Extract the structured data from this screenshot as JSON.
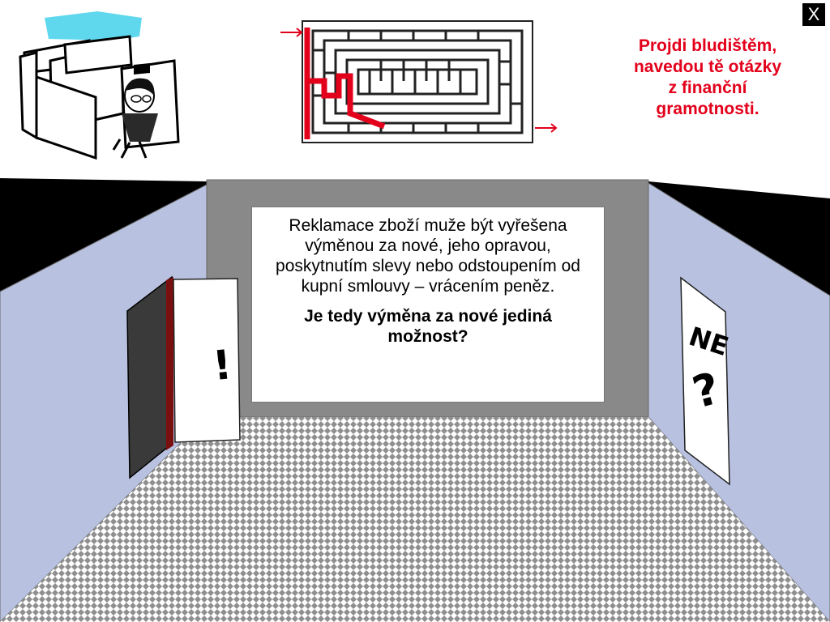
{
  "close_button": {
    "label": "X"
  },
  "instructions": {
    "lines": [
      "Projdi bludištěm,",
      "navedou tě otázky",
      "z finanční",
      "gramotnosti."
    ]
  },
  "question": {
    "statement": "Reklamace zboží muže být vyřešena výměnou za nové, jeho opravou, poskytnutím slevy nebo odstoupením od kupní smlouvy – vrácením peněz.",
    "prompt": "Je tedy výměna za nové jediná možnost?"
  },
  "doors": {
    "left": {
      "sign": "!"
    },
    "right": {
      "sign": "NE",
      "mark": "?"
    }
  },
  "colors": {
    "accent": "#e3001b",
    "side_wall": "#b8c2e0",
    "back_wall": "#898989",
    "floor_dots": "#8f8f8f"
  }
}
